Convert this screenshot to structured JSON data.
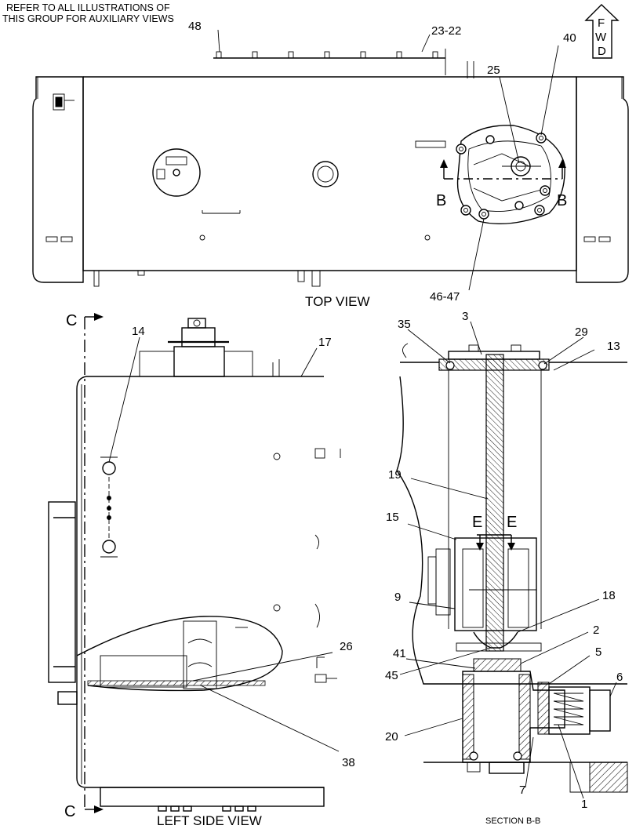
{
  "note": {
    "line1": "REFER TO ALL ILLUSTRATIONS OF",
    "line2": "THIS GROUP FOR AUXILIARY VIEWS"
  },
  "fwd_arrow": {
    "letters": [
      "F",
      "W",
      "D"
    ]
  },
  "views": {
    "top": "TOP VIEW",
    "left_side": "LEFT SIDE VIEW",
    "section_bb": "SECTION B-B"
  },
  "section_markers": {
    "b_left": "B",
    "b_right": "B",
    "c_top": "C",
    "c_bottom": "C",
    "e_left": "E",
    "e_right": "E"
  },
  "callouts": {
    "c48": "48",
    "c23_22": "23-22",
    "c25": "25",
    "c40": "40",
    "c46_47": "46-47",
    "c14": "14",
    "c17": "17",
    "c26": "26",
    "c38": "38",
    "c35": "35",
    "c3": "3",
    "c29": "29",
    "c13": "13",
    "c19": "19",
    "c15": "15",
    "c18": "18",
    "c9": "9",
    "c2": "2",
    "c41": "41",
    "c5": "5",
    "c45": "45",
    "c6": "6",
    "c20": "20",
    "c7": "7",
    "c1": "1"
  }
}
